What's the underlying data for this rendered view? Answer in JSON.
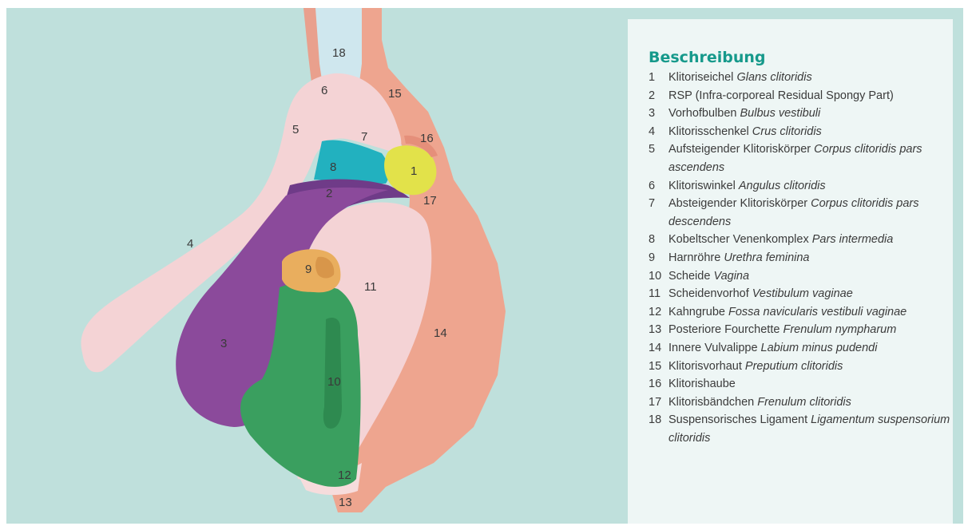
{
  "legend": {
    "title": "Beschreibung",
    "items": [
      {
        "num": "1",
        "german": "Klitoriseichel",
        "latin": "Glans clitoridis"
      },
      {
        "num": "2",
        "german": "RSP (Infra-corporeal Residual Spongy Part)",
        "latin": ""
      },
      {
        "num": "3",
        "german": "Vorhofbulben",
        "latin": "Bulbus vestibuli"
      },
      {
        "num": "4",
        "german": "Klitorisschenkel",
        "latin": "Crus clitoridis"
      },
      {
        "num": "5",
        "german": "Aufsteigender Klitoriskörper",
        "latin": "Corpus clitoridis pars ascendens"
      },
      {
        "num": "6",
        "german": "Klitoriswinkel",
        "latin": "Angulus clitoridis"
      },
      {
        "num": "7",
        "german": "Absteigender Klitoriskörper",
        "latin": "Corpus clitoridis pars descendens"
      },
      {
        "num": "8",
        "german": "Kobeltscher Venenkomplex",
        "latin": "Pars intermedia"
      },
      {
        "num": "9",
        "german": "Harnröhre",
        "latin": "Urethra feminina"
      },
      {
        "num": "10",
        "german": "Scheide",
        "latin": "Vagina"
      },
      {
        "num": "11",
        "german": "Scheidenvorhof",
        "latin": "Vestibulum vaginae"
      },
      {
        "num": "12",
        "german": "Kahngrube",
        "latin": "Fossa navicularis vestibuli vaginae"
      },
      {
        "num": "13",
        "german": "Posteriore Fourchette",
        "latin": "Frenulum nympharum"
      },
      {
        "num": "14",
        "german": "Innere Vulvalippe",
        "latin": "Labium minus pudendi"
      },
      {
        "num": "15",
        "german": "Klitorisvorhaut",
        "latin": "Preputium clitoridis"
      },
      {
        "num": "16",
        "german": "Klitorishaube",
        "latin": ""
      },
      {
        "num": "17",
        "german": "Klitorisbändchen",
        "latin": "Frenulum clitoridis"
      },
      {
        "num": "18",
        "german": "Suspensorisches Ligament",
        "latin": "Ligamentum suspensorium clitoridis"
      }
    ]
  },
  "labels": [
    "1",
    "2",
    "3",
    "4",
    "5",
    "6",
    "7",
    "8",
    "9",
    "10",
    "11",
    "12",
    "13",
    "14",
    "15",
    "16",
    "17",
    "18"
  ],
  "colors": {
    "background": "#bfe0dc",
    "legend_background": "#eef6f5",
    "title": "#16998b",
    "salmon": "#eea58f",
    "pink": "#f4d3d5",
    "light_pink": "#f9e4e6",
    "purple": "#8b4a9b",
    "green": "#3a9f5f",
    "yellow": "#e2e24a",
    "teal": "#22b1bf",
    "orange": "#e9ae5e",
    "ligament": "#cfe7ee"
  }
}
